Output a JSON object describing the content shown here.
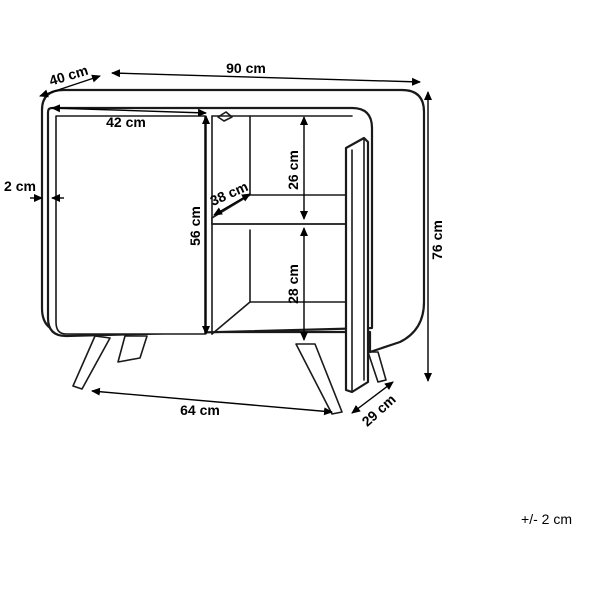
{
  "dimensions": {
    "depth_top": "40 cm",
    "width_top": "90 cm",
    "door_width": "42 cm",
    "panel_thickness": "2 cm",
    "shelf_depth": "38 cm",
    "upper_compartment_height": "26 cm",
    "door_height": "56 cm",
    "lower_compartment_height": "28 cm",
    "total_height": "76 cm",
    "leg_span": "64 cm",
    "leg_depth": "29 cm"
  },
  "tolerance": "+/- 2 cm",
  "colors": {
    "line": "#1a1a1a",
    "background": "#ffffff"
  }
}
